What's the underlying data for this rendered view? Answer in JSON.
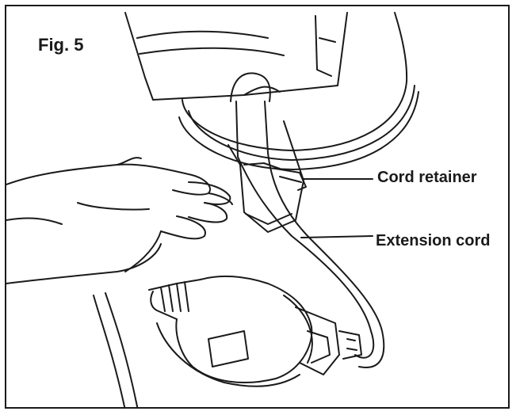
{
  "figure": {
    "label": "Fig. 5"
  },
  "callouts": [
    {
      "text": "Cord retainer"
    },
    {
      "text": "Extension cord"
    }
  ],
  "colors": {
    "line": "#1a1a1a",
    "background": "#ffffff"
  }
}
